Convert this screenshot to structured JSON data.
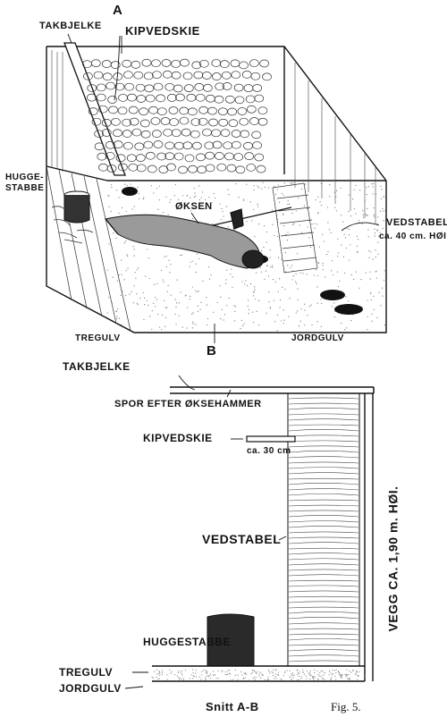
{
  "figure": {
    "caption": "Fig. 5.",
    "section_title": "Snitt A-B"
  },
  "perspective_view": {
    "marker_a": "A",
    "marker_b": "B",
    "labels": {
      "takbjelke": "TAKBJELKE",
      "kipvedskie": "KIPVEDSKIE",
      "hugge_line1": "HUGGE-",
      "hugge_line2": "STABBE",
      "oksen": "ØKSEN",
      "vedstabel": "VEDSTABEL",
      "vedstabel_height": "ca. 40 cm. HØI.",
      "tregulv": "TREGULV",
      "jordgulv": "JORDGULV"
    }
  },
  "section_view": {
    "labels": {
      "takbjelke": "TAKBJELKE",
      "spor": "SPOR EFTER ØKSEHAMMER",
      "kipvedskie": "KIPVEDSKIE",
      "kipvedskie_length": "ca. 30 cm",
      "vedstabel": "VEDSTABEL",
      "vegg": "VEGG   CA. 1,90 m. HØI.",
      "huggestabbe": "HUGGESTABBE",
      "tregulv": "TREGULV",
      "jordgulv": "JORDGULV"
    }
  }
}
